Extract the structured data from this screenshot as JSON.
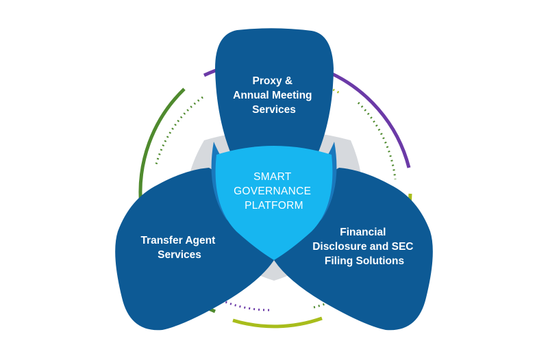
{
  "diagram": {
    "petals": [
      {
        "id": "proxy",
        "lines": [
          "Proxy &",
          "Annual Meeting",
          "Services"
        ]
      },
      {
        "id": "transfer",
        "lines": [
          "Transfer Agent",
          "Services"
        ]
      },
      {
        "id": "financial",
        "lines": [
          "Financial",
          "Disclosure and SEC",
          "Filing Solutions"
        ]
      }
    ],
    "center": {
      "lines": [
        "SMART",
        "GOVERNANCE",
        "PLATFORM"
      ]
    }
  },
  "colors": {
    "petal": "#0d5a95",
    "petal_dark": "#0a4b7f",
    "overlap": "#1e86c8",
    "center": "#17b6f0",
    "gray": "#d3d6da",
    "purple": "#6b3aa7",
    "green": "#4f8a2e",
    "lime": "#a8bd1c"
  }
}
